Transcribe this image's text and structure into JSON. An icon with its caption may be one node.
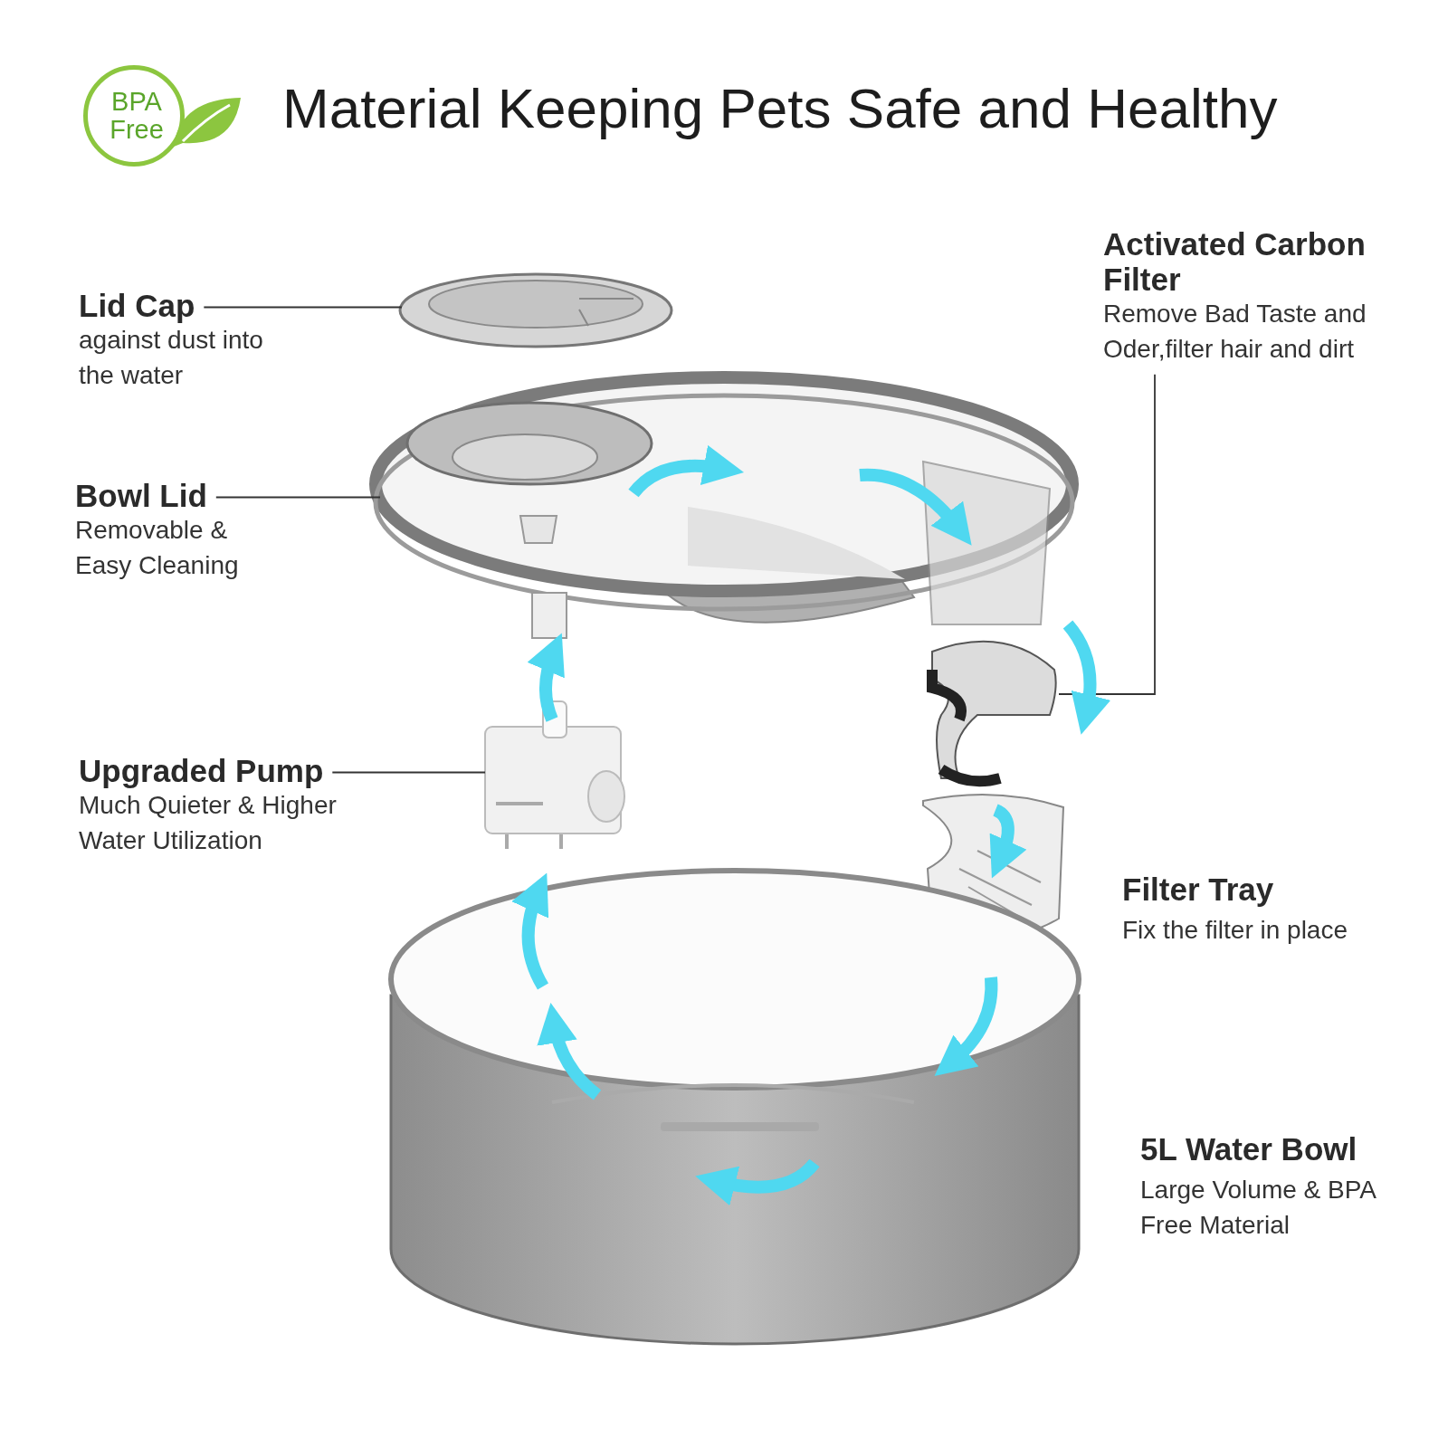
{
  "diagram": {
    "title": "Material Keeping Pets Safe and Healthy",
    "nodes": [
      {
        "text": [
          "BPA Free"
        ]
      },
      {
        "text": [
          "Lid Cap",
          "against dust into the water"
        ]
      },
      {
        "text": [],
        "shape": "picture"
      },
      {
        "text": [
          "Bowl Lid",
          "Removable & Easy Cleaning"
        ]
      },
      {
        "text": [],
        "shape": "picture"
      },
      {
        "text": [
          "Upgraded Pump",
          "Much Quieter & Higher Water Utilization"
        ]
      },
      {
        "text": [],
        "shape": "picture"
      },
      {
        "text": [
          "Activated Carbon Filter",
          "Remove Bad Taste and Oder,filter hair and dirt"
        ]
      },
      {
        "text": [],
        "shape": "picture"
      }
    ],
    "edges": [
      {
        "from": 1,
        "to": 2,
        "arrow": "none"
      },
      {
        "from": 3,
        "to": 4,
        "arrow": "none"
      },
      {
        "from": 5,
        "to": 6,
        "arrow": "none"
      },
      {
        "from": 7,
        "to": 8,
        "arrow": "none"
      }
    ],
    "labels": [
      "Filter Tray",
      "Fix the filter in place",
      "5L Water Bowl",
      "Large Volume & BPA Free Material"
    ]
  }
}
